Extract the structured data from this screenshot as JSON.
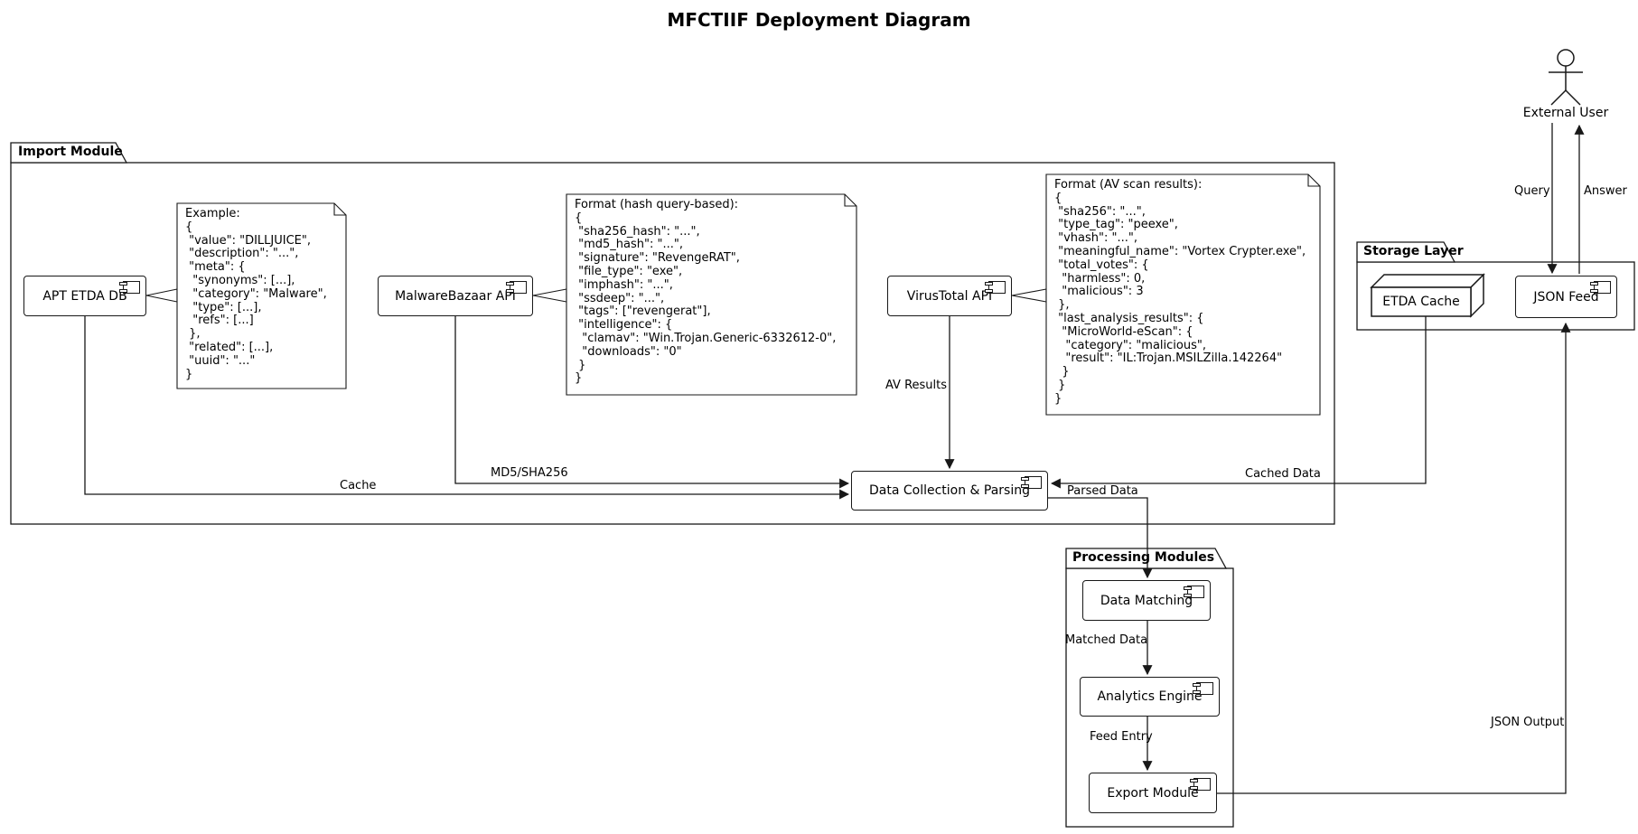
{
  "title": "MFCTIIF Deployment Diagram",
  "actor": {
    "label": "External User"
  },
  "packages": {
    "import_module": {
      "label": "Import Module"
    },
    "storage_layer": {
      "label": "Storage Layer"
    },
    "processing_modules": {
      "label": "Processing Modules"
    }
  },
  "components": {
    "apt_etda_db": {
      "label": "APT ETDA DB"
    },
    "malwarebazaar_api": {
      "label": "MalwareBazaar API"
    },
    "virustotal_api": {
      "label": "VirusTotal API"
    },
    "data_collection": {
      "label": "Data Collection & Parsing"
    },
    "etda_cache": {
      "label": "ETDA Cache"
    },
    "json_feed": {
      "label": "JSON Feed"
    },
    "data_matching": {
      "label": "Data Matching"
    },
    "analytics_engine": {
      "label": "Analytics Engine"
    },
    "export_module": {
      "label": "Export Module"
    }
  },
  "notes": {
    "etda_example": {
      "text": "Example:\n{\n \"value\": \"DILLJUICE\",\n \"description\": \"...\",\n \"meta\": {\n  \"synonyms\": [...],\n  \"category\": \"Malware\",\n  \"type\": [...],\n  \"refs\": [...]\n },\n \"related\": [...],\n \"uuid\": \"...\"\n}"
    },
    "hash_query_format": {
      "text": "Format (hash query-based):\n{\n \"sha256_hash\": \"...\",\n \"md5_hash\": \"...\",\n \"signature\": \"RevengeRAT\",\n \"file_type\": \"exe\",\n \"imphash\": \"...\",\n \"ssdeep\": \"...\",\n \"tags\": [\"revengerat\"],\n \"intelligence\": {\n  \"clamav\": \"Win.Trojan.Generic-6332612-0\",\n  \"downloads\": \"0\"\n }\n}"
    },
    "av_scan_format": {
      "text": "Format (AV scan results):\n{\n \"sha256\": \"...\",\n \"type_tag\": \"peexe\",\n \"vhash\": \"...\",\n \"meaningful_name\": \"Vortex Crypter.exe\",\n \"total_votes\": {\n  \"harmless\": 0,\n  \"malicious\": 3\n },\n \"last_analysis_results\": {\n  \"MicroWorld-eScan\": {\n   \"category\": \"malicious\",\n   \"result\": \"IL:Trojan.MSILZilla.142264\"\n  }\n }\n}"
    }
  },
  "edges": {
    "query": {
      "label": "Query"
    },
    "answer": {
      "label": "Answer"
    },
    "av_results": {
      "label": "AV Results"
    },
    "md5_sha256": {
      "label": "MD5/SHA256"
    },
    "cache": {
      "label": "Cache"
    },
    "cached_data": {
      "label": "Cached Data"
    },
    "parsed_data": {
      "label": "Parsed Data"
    },
    "matched_data": {
      "label": "Matched Data"
    },
    "feed_entry": {
      "label": "Feed Entry"
    },
    "json_output": {
      "label": "JSON Output"
    }
  },
  "colors": {
    "line": "#181818",
    "fill": "#ffffff"
  }
}
